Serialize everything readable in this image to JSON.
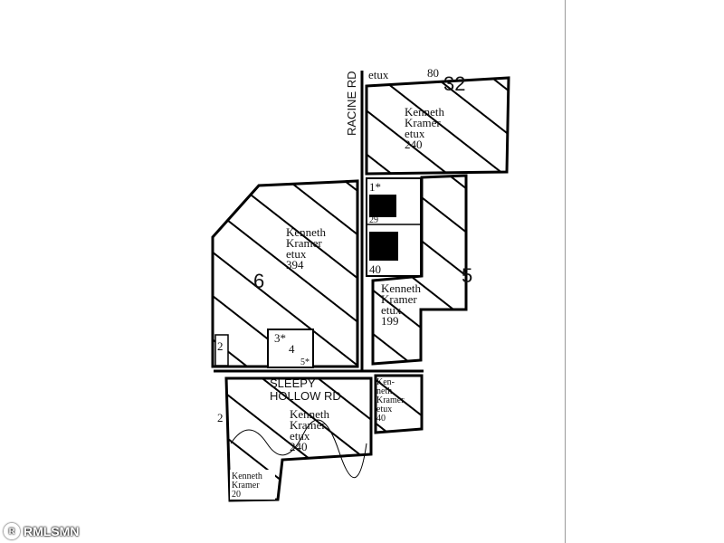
{
  "map": {
    "roads": {
      "racine": "RACINE RD",
      "sleepy_line1": "SLEEPY",
      "sleepy_line2": "HOLLOW RD"
    },
    "top_labels": {
      "etux": "etux",
      "acres": "80",
      "section": "32"
    },
    "parcels": [
      {
        "lines": [
          "Kenneth",
          "Kramer",
          "etux",
          "240"
        ]
      },
      {
        "lines": [
          "Kenneth",
          "Kramer",
          "etux",
          "394"
        ],
        "section": "6"
      },
      {
        "lines": [
          "Kenneth",
          "Kramer",
          "etux",
          "199"
        ],
        "section": "5"
      },
      {
        "lines": [
          "Kenneth",
          "Kramer",
          "etux",
          "240"
        ]
      },
      {
        "lines": [
          "Ken-",
          "neth",
          "Kramer",
          "etux",
          "40"
        ]
      },
      {
        "lines": [
          "Kenneth",
          "Kramer",
          "20"
        ]
      }
    ],
    "small_lots": {
      "a": "1*",
      "b": "29",
      "c": "40",
      "d": "3*",
      "e": "4",
      "f": "5*",
      "g": "2",
      "h": "2"
    }
  },
  "watermark": {
    "logo": "R",
    "text": "RMLSMN"
  }
}
